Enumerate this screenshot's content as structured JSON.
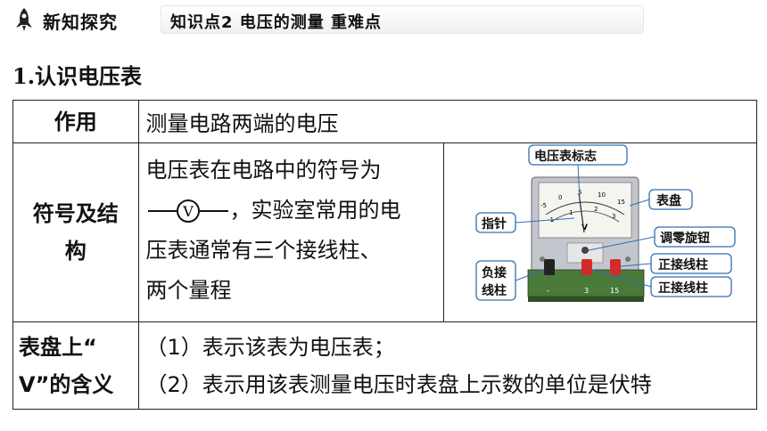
{
  "header": {
    "section_tag": "新知探究",
    "topic": "知识点2 电压的测量 重难点"
  },
  "subheading": "1.认识电压表",
  "table": {
    "row1": {
      "label": "作用",
      "content": "测量电路两端的电压"
    },
    "row2": {
      "label_line1": "符号及结",
      "label_line2": "构",
      "desc_line1": "电压表在电路中的符号为",
      "symbol_letter": "V",
      "desc_line2_tail": "，实验室常用的电",
      "desc_line3": "压表通常有三个接线柱、",
      "desc_line4": "两个量程",
      "figure": {
        "callouts": {
          "mark": "电压表标志",
          "dial": "表盘",
          "pointer": "指针",
          "zero_knob": "调零旋钮",
          "neg_terminal_1": "负接",
          "neg_terminal_2": "线柱",
          "pos_terminal_a": "正接线柱",
          "pos_terminal_b": "正接线柱"
        },
        "scale_outer": [
          "0",
          "5",
          "10",
          "15"
        ],
        "scale_inner": [
          "1",
          "2",
          "3"
        ],
        "scale_neg_outer": "-5",
        "scale_neg_inner": "-1",
        "dial_letter": "V",
        "terminal_labels": [
          "-",
          "3",
          "15"
        ]
      }
    },
    "row3": {
      "label_line1": "表盘上“",
      "label_line2": "V”的含义",
      "item1": "（1）表示该表为电压表；",
      "item2": "（2）表示用该表测量电压时表盘上示数的单位是伏特"
    }
  },
  "colors": {
    "callout_border": "#2f6fb5",
    "rocket": "#222222",
    "meter_body": "#b8bcc4",
    "meter_base": "#4a7a3a",
    "terminal_red": "#d12b2b"
  }
}
